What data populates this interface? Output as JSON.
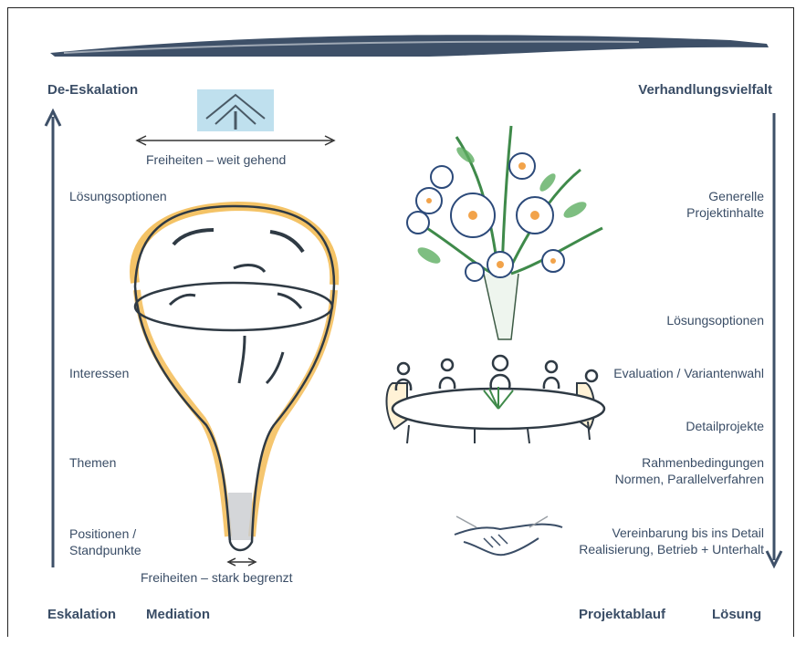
{
  "corners": {
    "top_left": "De-Eskalation",
    "top_right": "Verhandlungsvielfalt",
    "bottom_left_1": "Eskalation",
    "bottom_left_2": "Mediation",
    "bottom_right_1": "Projektablauf",
    "bottom_right_2": "Lösung"
  },
  "funnel": {
    "top_caption": "Freiheiten – weit gehend",
    "bottom_caption": "Freiheiten – stark begrenzt",
    "levels": [
      "Lösungsoptionen",
      "Interessen",
      "Themen",
      "Positionen /",
      "Standpunkte"
    ]
  },
  "process": {
    "steps": [
      {
        "line1": "Generelle",
        "line2": "Projektinhalte"
      },
      {
        "line1": "Lösungsoptionen",
        "line2": ""
      },
      {
        "line1": "Evaluation / Variantenwahl",
        "line2": ""
      },
      {
        "line1": "Detailprojekte",
        "line2": ""
      },
      {
        "line1": "Rahmenbedingungen",
        "line2": "Normen, Parallelverfahren"
      },
      {
        "line1": "Vereinbarung bis ins Detail",
        "line2": "Realisierung, Betrieb + Unterhalt"
      }
    ]
  },
  "colors": {
    "text": "#3a4d66",
    "funnel_accent": "#f2b84b",
    "sky_box": "#bfe0ee"
  }
}
